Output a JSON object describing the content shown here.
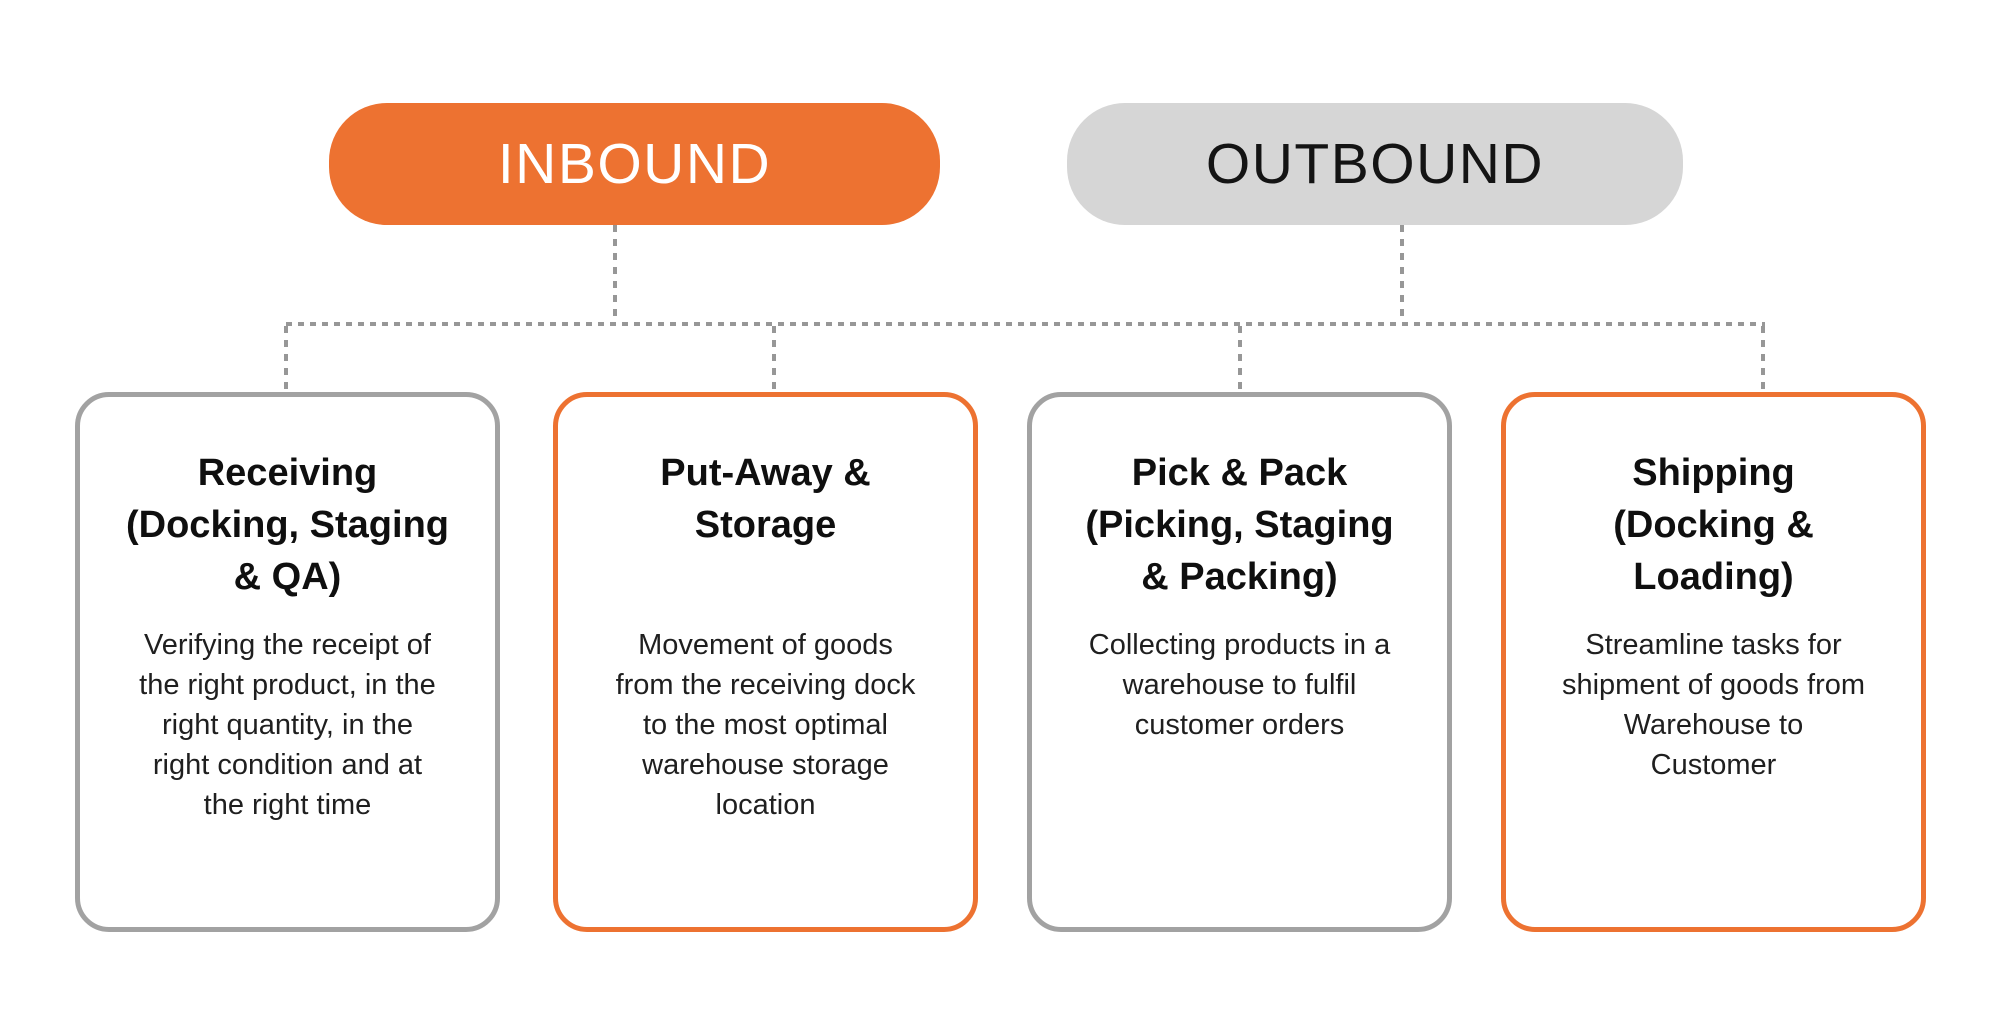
{
  "palette": {
    "orange": "#ED7231",
    "pill_gray": "#D6D6D6",
    "card_border_gray": "#A2A2A2",
    "connector_gray": "#979797",
    "title_text": "#0F0F0F",
    "body_text": "#1F1F1F",
    "inbound_label_text": "#FFFFFF",
    "background": "#FFFFFF"
  },
  "headers": {
    "inbound": {
      "label": "INBOUND"
    },
    "outbound": {
      "label": "OUTBOUND"
    }
  },
  "cards": [
    {
      "group": "inbound",
      "accent": "gray",
      "title": "Receiving\n(Docking, Staging\n& QA)",
      "body": "Verifying the receipt of\nthe right product, in the\nright quantity, in the\nright condition and at\nthe right time"
    },
    {
      "group": "inbound",
      "accent": "orange",
      "title": "Put-Away &\nStorage",
      "body": "Movement of goods\nfrom the receiving dock\nto the most optimal\nwarehouse storage\nlocation"
    },
    {
      "group": "outbound",
      "accent": "gray",
      "title": "Pick & Pack\n(Picking, Staging\n& Packing)",
      "body": "Collecting products in a\nwarehouse to fulfil\ncustomer orders"
    },
    {
      "group": "outbound",
      "accent": "orange",
      "title": "Shipping\n(Docking &\nLoading)",
      "body": "Streamline tasks for\nshipment of goods from\nWarehouse to\nCustomer"
    }
  ]
}
